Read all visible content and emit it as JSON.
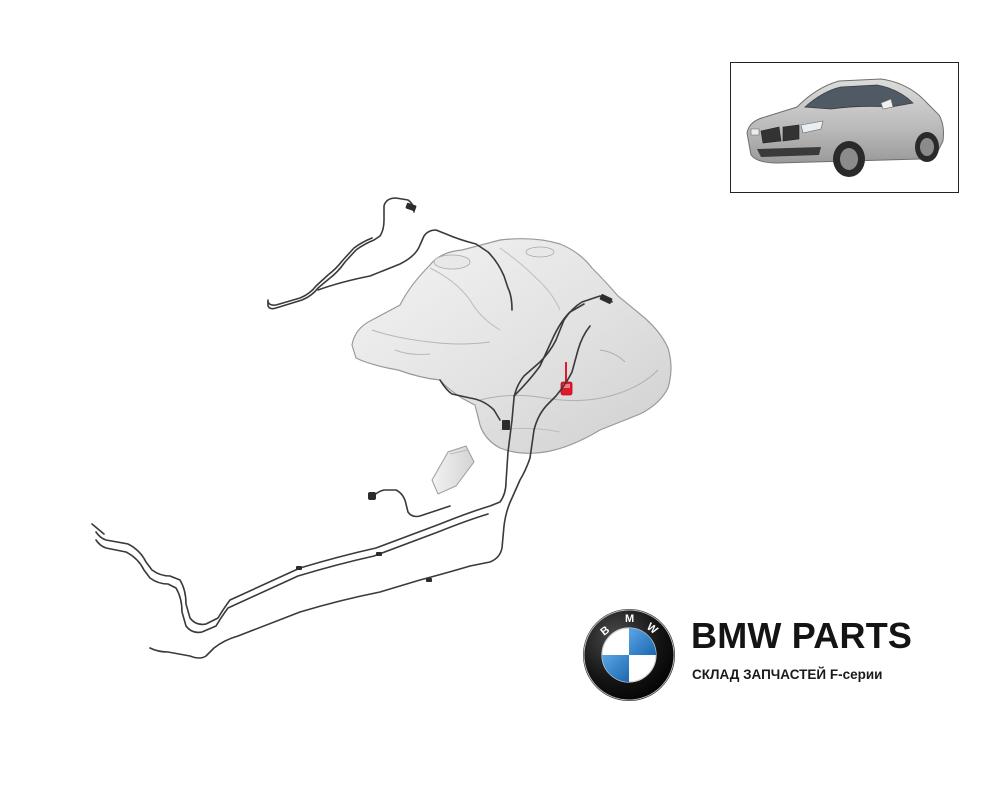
{
  "diagram": {
    "subject": "fuel-tank-and-fuel-lines",
    "highlight_color": "#e0192d",
    "line_color": "#3a3a3a",
    "tank_fill_color": "#e4e4e4"
  },
  "thumbnail": {
    "subject": "vehicle-reference-image",
    "frame_color": "#222222"
  },
  "branding": {
    "title": "BMW PARTS",
    "subtitle": "СКЛАД ЗАПЧАСТЕЙ F-серии",
    "logo": {
      "outer_ring_color": "#111111",
      "quadrant_blue": "#2a7cc7",
      "quadrant_white": "#ffffff",
      "letters": [
        "B",
        "M",
        "W"
      ]
    }
  }
}
